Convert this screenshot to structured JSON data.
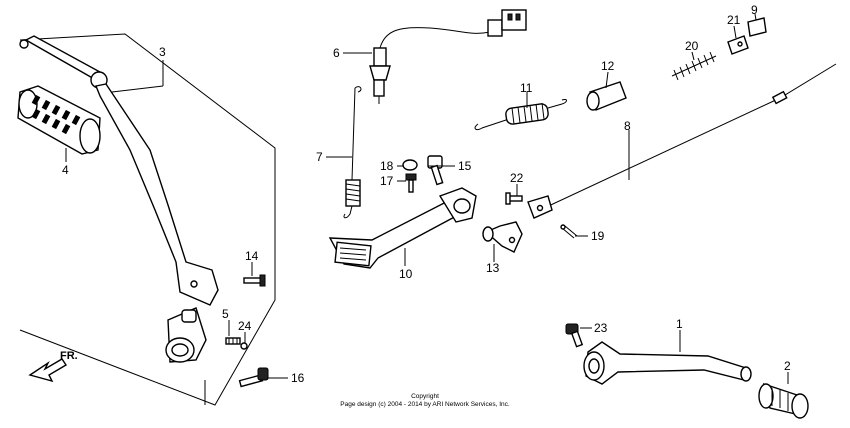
{
  "callouts": [
    {
      "id": "p1",
      "text": "1"
    },
    {
      "id": "p2",
      "text": "2"
    },
    {
      "id": "p3",
      "text": "3"
    },
    {
      "id": "p4",
      "text": "4"
    },
    {
      "id": "p5",
      "text": "5"
    },
    {
      "id": "p6",
      "text": "6"
    },
    {
      "id": "p7",
      "text": "7"
    },
    {
      "id": "p8",
      "text": "8"
    },
    {
      "id": "p9",
      "text": "9"
    },
    {
      "id": "p10",
      "text": "10"
    },
    {
      "id": "p11",
      "text": "11"
    },
    {
      "id": "p12",
      "text": "12"
    },
    {
      "id": "p13",
      "text": "13"
    },
    {
      "id": "p14",
      "text": "14"
    },
    {
      "id": "p15",
      "text": "15"
    },
    {
      "id": "p16",
      "text": "16"
    },
    {
      "id": "p17",
      "text": "17"
    },
    {
      "id": "p18",
      "text": "18"
    },
    {
      "id": "p19",
      "text": "19"
    },
    {
      "id": "p20",
      "text": "20"
    },
    {
      "id": "p21",
      "text": "21"
    },
    {
      "id": "p22",
      "text": "22"
    },
    {
      "id": "p23",
      "text": "23"
    },
    {
      "id": "p24",
      "text": "24"
    }
  ],
  "direction_label": "FR.",
  "copyright": {
    "line1": "Copyright",
    "line2": "Page design (c) 2004 - 2014 by ARI Network Services, Inc."
  }
}
